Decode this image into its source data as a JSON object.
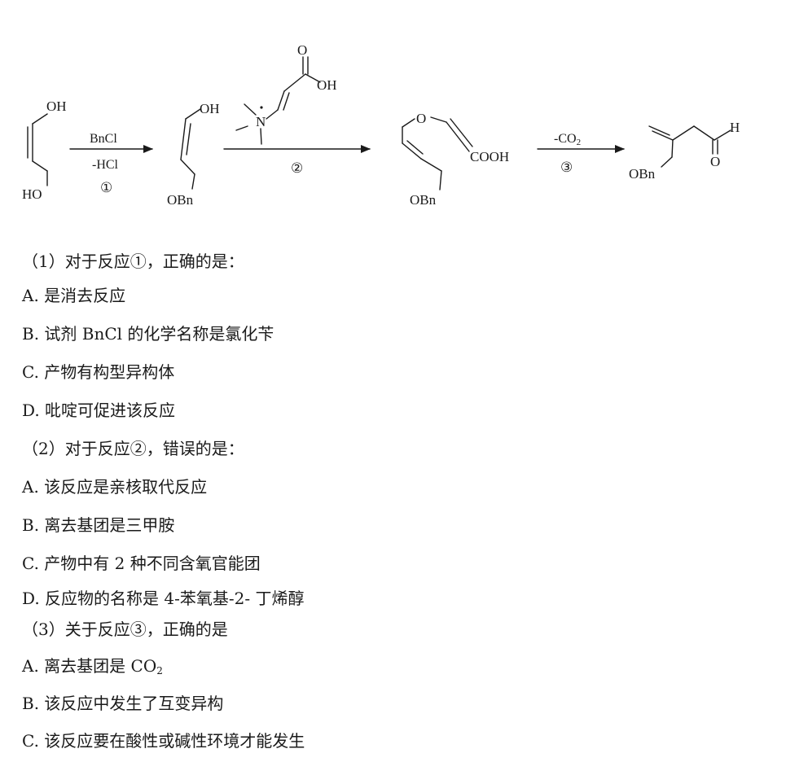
{
  "scheme": {
    "sm_oh_top": "OH",
    "sm_ho_bottom": "HO",
    "step1_reagent": "BnCl",
    "step1_byproduct": "-HCl",
    "step1_num": "①",
    "int1_oh": "OH",
    "int1_obn": "OBn",
    "reagent2_o": "O",
    "reagent2_oh": "OH",
    "reagent2_n": "N",
    "step2_num": "②",
    "int2_o": "O",
    "int2_cooh": "COOH",
    "int2_obn": "OBn",
    "step3_reagent": "-CO",
    "step3_sub": "2",
    "step3_num": "③",
    "prod_h": "H",
    "prod_o": "O",
    "prod_obn": "OBn"
  },
  "questions": {
    "q1_stem": "（1）对于反应①，正确的是：",
    "q1_a": "A. 是消去反应",
    "q1_b": "B. 试剂 BnCl 的化学名称是氯化苄",
    "q1_c": "C. 产物有构型异构体",
    "q1_d": "D. 吡啶可促进该反应",
    "q2_stem": "（2）对于反应②，错误的是：",
    "q2_a": "A. 该反应是亲核取代反应",
    "q2_b": "B. 离去基团是三甲胺",
    "q2_c": "C. 产物中有 2 种不同含氧官能团",
    "q2_d": "D. 反应物的名称是 4-苯氧基-2- 丁烯醇",
    "q3_stem": "（3）关于反应③，正确的是",
    "q3_a": "A. 离去基团是 CO",
    "q3_a_sub": "2",
    "q3_b": "B. 该反应中发生了互变异构",
    "q3_c": "C. 该反应要在酸性或碱性环境才能发生"
  }
}
